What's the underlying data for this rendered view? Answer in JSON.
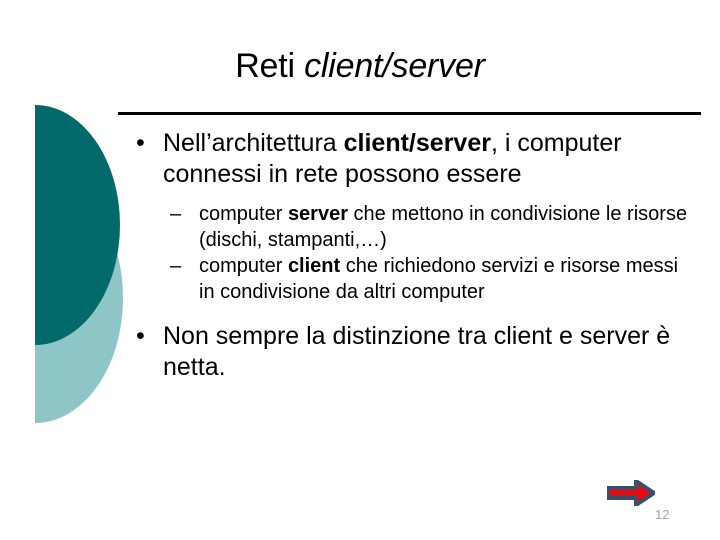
{
  "slide": {
    "title_plain": "Reti ",
    "title_italic": "client/server",
    "page_number": "12",
    "colors": {
      "shape_dark_teal": "#04696B",
      "shape_light_teal": "#8EC6C8",
      "title_rule": "#000000",
      "arrow_fill": "#E00D13",
      "arrow_outline": "#3C4E6E",
      "page_number": "#A6A6A6",
      "text": "#000000",
      "background": "#FFFFFF"
    },
    "bullets": [
      {
        "marker": "•",
        "level": 1,
        "runs": [
          {
            "text": "Nell’architettura ",
            "bold": false
          },
          {
            "text": "client/server",
            "bold": true
          },
          {
            "text": ", i computer connessi in rete possono essere",
            "bold": false
          }
        ]
      },
      {
        "marker": "–",
        "level": 2,
        "runs": [
          {
            "text": "computer ",
            "bold": false
          },
          {
            "text": "server",
            "bold": true
          },
          {
            "text": " che mettono in condivisione le risorse (dischi, stampanti,…)",
            "bold": false
          }
        ]
      },
      {
        "marker": "–",
        "level": 2,
        "runs": [
          {
            "text": "computer ",
            "bold": false
          },
          {
            "text": "client",
            "bold": true
          },
          {
            "text": " che richiedono servizi e risorse messi in condivisione da altri computer",
            "bold": false
          }
        ]
      },
      {
        "marker": "•",
        "level": 1,
        "runs": [
          {
            "text": "Non sempre la distinzione tra client e server è netta.",
            "bold": false
          }
        ]
      }
    ],
    "icons": {
      "arrow": "right-arrow-icon"
    }
  }
}
